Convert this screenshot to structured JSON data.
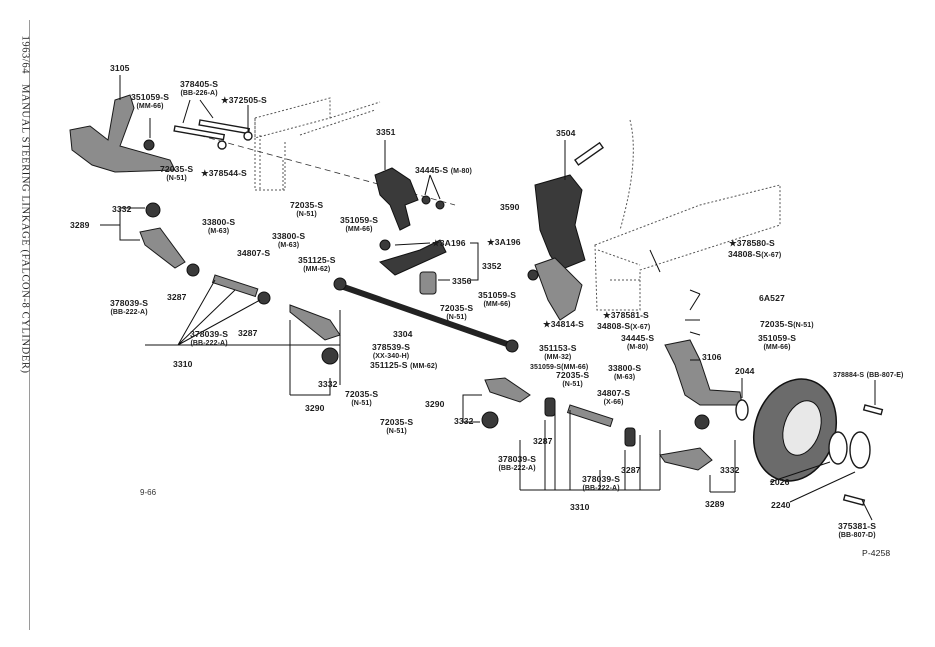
{
  "document": {
    "side_title_year": "1963/64",
    "side_title": "MANUAL STEERING LINKAGE (FALCON-8 CYLINDER)",
    "page_ref": "9-66",
    "figure_id": "P-4258"
  },
  "labels": {
    "l3105": "3105",
    "l351059_a": "351059-S",
    "l351059_a_sub": "(MM-66)",
    "l378405": "378405-S",
    "l378405_sub": "(BB-226-A)",
    "l372505": "★372505-S",
    "l72035_a": "72035-S",
    "l72035_a_sub": "(N-51)",
    "l378544": "★378544-S",
    "l3351": "3351",
    "l34445_a": "34445-S",
    "l34445_a_sub": "(M-80)",
    "l3504": "3504",
    "l3332_a": "3332",
    "l3289_a": "3289",
    "l72035_b": "72035-S",
    "l72035_b_sub": "(N-51)",
    "l33800_a": "33800-S",
    "l33800_a_sub": "(M-63)",
    "l33800_b": "33800-S",
    "l33800_b_sub": "(M-63)",
    "l34807_a": "34807-S",
    "l351059_b": "351059-S",
    "l351059_b_sub": "(MM-66)",
    "l3a196_a": "★3A196",
    "l3590": "3590",
    "l3a196_b": "★3A196",
    "l378580": "★378580-S",
    "l34808_a": "34808-S",
    "l34808_a_sub": "(X-67)",
    "l351125_a": "351125-S",
    "l351125_a_sub": "(MM-62)",
    "l3352": "3352",
    "l3356": "3356",
    "l6a527": "6A527",
    "l378039_a": "378039-S",
    "l378039_a_sub": "(BB-222-A)",
    "l3287_a": "3287",
    "l378039_b": "378039-S",
    "l378039_b_sub": "(BB-222-A)",
    "l3287_b": "3287",
    "l351059_c": "351059-S",
    "l351059_c_sub": "(MM-66)",
    "l72035_c": "72035-S",
    "l72035_c_sub": "(N-51)",
    "l378581": "★378581-S",
    "l34808_b": "34808-S",
    "l34808_b_sub": "(X-67)",
    "l72035_d": "72035-S",
    "l72035_d_sub": "(N-51)",
    "l3304": "3304",
    "l34814": "★34814-S",
    "l34445_b": "34445-S",
    "l34445_b_sub": "(M-80)",
    "l351059_d": "351059-S",
    "l351059_d_sub": "(MM-66)",
    "l3310_a": "3310",
    "l378539": "378539-S",
    "l378539_sub": "(XX-340-H)",
    "l351125_b": "351125-S",
    "l351125_b_sub": "(MM-62)",
    "l351153": "351153-S",
    "l351153_sub": "(MM-32)",
    "l351059_e": "351059-S",
    "l351059_e_sub": "(MM-66)",
    "l72035_e": "72035-S",
    "l72035_e_sub": "(N-51)",
    "l3106": "3106",
    "l33800_c": "33800-S",
    "l33800_c_sub": "(M-63)",
    "l3332_b": "3332",
    "l72035_f": "72035-S",
    "l72035_f_sub": "(N-51)",
    "l2044": "2044",
    "l378884": "378884-S",
    "l378884_sub": "(BB-807-E)",
    "l3290_a": "3290",
    "l34807_b": "34807-S",
    "l34807_b_sub": "(X-66)",
    "l3290_b": "3290",
    "l3332_c": "3332",
    "l72035_g": "72035-S",
    "l72035_g_sub": "(N-51)",
    "l3287_c": "3287",
    "l378039_c": "378039-S",
    "l378039_c_sub": "(BB-222-A)",
    "l378039_d": "378039-S",
    "l378039_d_sub": "(BB-222-A)",
    "l3287_d": "3287",
    "l3332_d": "3332",
    "l2026": "2026",
    "l3289_b": "3289",
    "l2240": "2240",
    "l3310_b": "3310",
    "l375381": "375381-S",
    "l375381_sub": "(BB-807-D)"
  }
}
